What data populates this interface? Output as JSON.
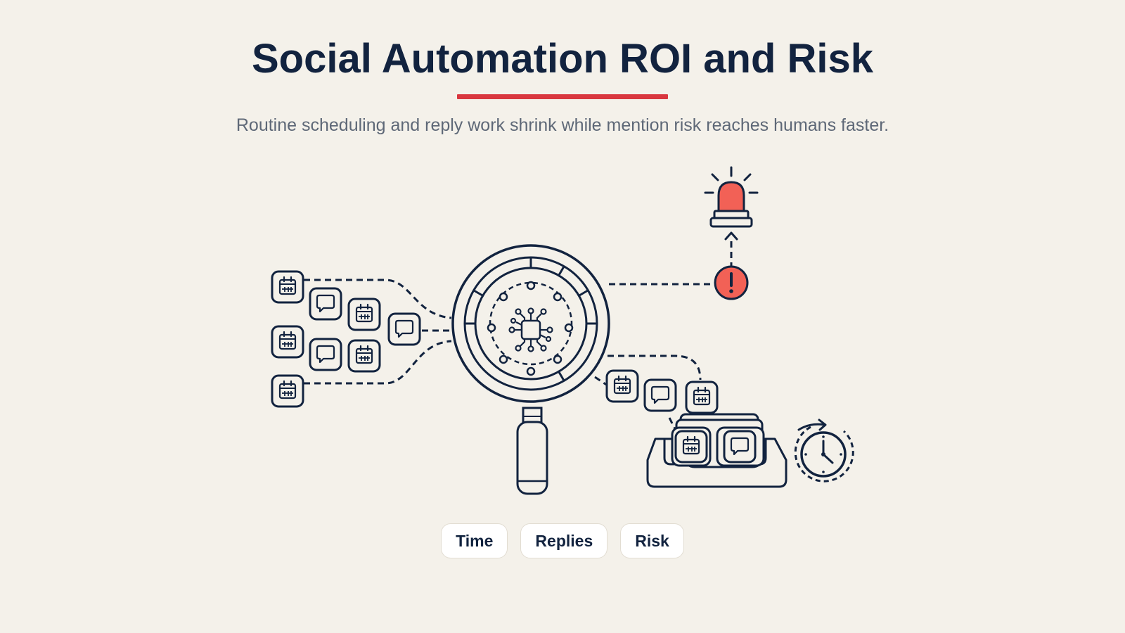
{
  "header": {
    "title": "Social Automation ROI and Risk",
    "subtitle": "Routine scheduling and reply work shrink while mention risk reaches humans faster."
  },
  "chips": [
    {
      "label": "Time"
    },
    {
      "label": "Replies"
    },
    {
      "label": "Risk"
    }
  ],
  "colors": {
    "ink": "#12233f",
    "accent_red": "#d9373f",
    "alert_fill": "#f26156",
    "background": "#f4f1ea"
  },
  "icons": {
    "schedule": "calendar-icon",
    "reply": "chat-bubble-icon",
    "scanner": "magnifier-icon",
    "processor": "chip-icon",
    "alert": "siren-icon",
    "warning": "exclamation-icon",
    "tray": "inbox-tray-icon",
    "timer": "clock-icon"
  }
}
